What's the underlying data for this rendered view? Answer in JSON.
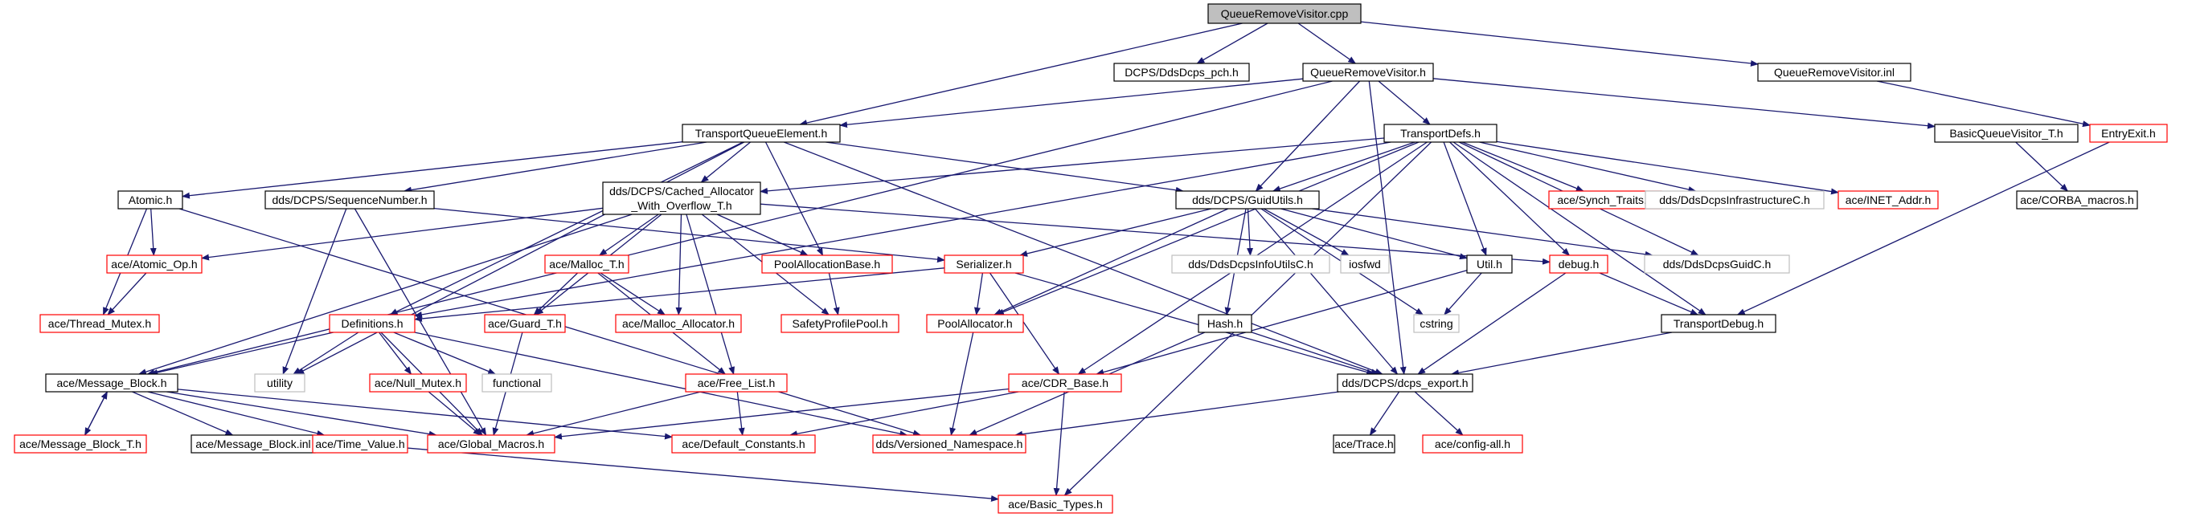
{
  "colors": {
    "root_fill": "#bfbfbf",
    "root_stroke": "#000000",
    "normal_stroke": "#000000",
    "incomplete_stroke": "#ff0000",
    "system_stroke": "#bfbfbf",
    "edge": "#191970"
  },
  "nodes": [
    {
      "id": "root",
      "label": "QueueRemoveVisitor.cpp",
      "kind": "root"
    },
    {
      "id": "pch",
      "label": "DCPS/DdsDcps_pch.h",
      "kind": "normal"
    },
    {
      "id": "qrvh",
      "label": "QueueRemoveVisitor.h",
      "kind": "normal"
    },
    {
      "id": "qrvinl",
      "label": "QueueRemoveVisitor.inl",
      "kind": "normal"
    },
    {
      "id": "tqe",
      "label": "TransportQueueElement.h",
      "kind": "normal"
    },
    {
      "id": "tdefs",
      "label": "TransportDefs.h",
      "kind": "normal"
    },
    {
      "id": "bqv",
      "label": "BasicQueueVisitor_T.h",
      "kind": "normal"
    },
    {
      "id": "entry",
      "label": "EntryExit.h",
      "kind": "incomplete"
    },
    {
      "id": "atomic",
      "label": "Atomic.h",
      "kind": "normal"
    },
    {
      "id": "seqnum",
      "label": "dds/DCPS/SequenceNumber.h",
      "kind": "normal"
    },
    {
      "id": "cachedA",
      "label": "dds/DCPS/Cached_Allocator",
      "label2": "_With_Overflow_T.h",
      "kind": "normal"
    },
    {
      "id": "guid",
      "label": "dds/DCPS/GuidUtils.h",
      "kind": "normal"
    },
    {
      "id": "synch",
      "label": "ace/Synch_Traits.h",
      "kind": "incomplete"
    },
    {
      "id": "infra",
      "label": "dds/DdsDcpsInfrastructureC.h",
      "kind": "system"
    },
    {
      "id": "inet",
      "label": "ace/INET_Addr.h",
      "kind": "incomplete"
    },
    {
      "id": "corba",
      "label": "ace/CORBA_macros.h",
      "kind": "normal"
    },
    {
      "id": "atomicop",
      "label": "ace/Atomic_Op.h",
      "kind": "incomplete"
    },
    {
      "id": "mallocT",
      "label": "ace/Malloc_T.h",
      "kind": "incomplete"
    },
    {
      "id": "poolalloc",
      "label": "PoolAllocationBase.h",
      "kind": "incomplete"
    },
    {
      "id": "serializer",
      "label": "Serializer.h",
      "kind": "incomplete"
    },
    {
      "id": "infoutils",
      "label": "dds/DdsDcpsInfoUtilsC.h",
      "kind": "system"
    },
    {
      "id": "iosfwd",
      "label": "iosfwd",
      "kind": "system"
    },
    {
      "id": "util",
      "label": "Util.h",
      "kind": "normal"
    },
    {
      "id": "debug",
      "label": "debug.h",
      "kind": "incomplete"
    },
    {
      "id": "guidC",
      "label": "dds/DdsDcpsGuidC.h",
      "kind": "system"
    },
    {
      "id": "threadmutex",
      "label": "ace/Thread_Mutex.h",
      "kind": "incomplete"
    },
    {
      "id": "defs",
      "label": "Definitions.h",
      "kind": "incomplete"
    },
    {
      "id": "guard",
      "label": "ace/Guard_T.h",
      "kind": "incomplete"
    },
    {
      "id": "mallocalloc",
      "label": "ace/Malloc_Allocator.h",
      "kind": "incomplete"
    },
    {
      "id": "safety",
      "label": "SafetyProfilePool.h",
      "kind": "incomplete"
    },
    {
      "id": "poolallocator",
      "label": "PoolAllocator.h",
      "kind": "incomplete"
    },
    {
      "id": "hash",
      "label": "Hash.h",
      "kind": "normal"
    },
    {
      "id": "cstring",
      "label": "cstring",
      "kind": "system"
    },
    {
      "id": "tdebug",
      "label": "TransportDebug.h",
      "kind": "normal"
    },
    {
      "id": "msgblock",
      "label": "ace/Message_Block.h",
      "kind": "normal"
    },
    {
      "id": "utility",
      "label": "utility",
      "kind": "system"
    },
    {
      "id": "nullmutex",
      "label": "ace/Null_Mutex.h",
      "kind": "incomplete"
    },
    {
      "id": "functional",
      "label": "functional",
      "kind": "system"
    },
    {
      "id": "freelist",
      "label": "ace/Free_List.h",
      "kind": "incomplete"
    },
    {
      "id": "cdrbase",
      "label": "ace/CDR_Base.h",
      "kind": "incomplete"
    },
    {
      "id": "export",
      "label": "dds/DCPS/dcps_export.h",
      "kind": "normal"
    },
    {
      "id": "msgblockT",
      "label": "ace/Message_Block_T.h",
      "kind": "incomplete"
    },
    {
      "id": "msgblockinl",
      "label": "ace/Message_Block.inl",
      "kind": "normal"
    },
    {
      "id": "timevalue",
      "label": "ace/Time_Value.h",
      "kind": "incomplete"
    },
    {
      "id": "globalmacros",
      "label": "ace/Global_Macros.h",
      "kind": "incomplete"
    },
    {
      "id": "defconst",
      "label": "ace/Default_Constants.h",
      "kind": "incomplete"
    },
    {
      "id": "versioned",
      "label": "dds/Versioned_Namespace.h",
      "kind": "incomplete"
    },
    {
      "id": "trace",
      "label": "ace/Trace.h",
      "kind": "normal"
    },
    {
      "id": "config",
      "label": "ace/config-all.h",
      "kind": "incomplete"
    },
    {
      "id": "basictypes",
      "label": "ace/Basic_Types.h",
      "kind": "incomplete"
    }
  ],
  "edges": [
    [
      "root",
      "pch"
    ],
    [
      "root",
      "qrvh"
    ],
    [
      "root",
      "qrvinl"
    ],
    [
      "root",
      "tqe"
    ],
    [
      "qrvh",
      "tqe"
    ],
    [
      "qrvh",
      "tdefs"
    ],
    [
      "qrvh",
      "bqv"
    ],
    [
      "qrvh",
      "msgblock"
    ],
    [
      "qrvh",
      "guid"
    ],
    [
      "qrvh",
      "export"
    ],
    [
      "qrvinl",
      "entry"
    ],
    [
      "tqe",
      "atomic"
    ],
    [
      "tqe",
      "seqnum"
    ],
    [
      "tqe",
      "cachedA"
    ],
    [
      "tqe",
      "guid"
    ],
    [
      "tqe",
      "poolalloc"
    ],
    [
      "tqe",
      "defs"
    ],
    [
      "tqe",
      "utility"
    ],
    [
      "tqe",
      "export"
    ],
    [
      "tdefs",
      "cachedA"
    ],
    [
      "tdefs",
      "guid"
    ],
    [
      "tdefs",
      "synch"
    ],
    [
      "tdefs",
      "infra"
    ],
    [
      "tdefs",
      "inet"
    ],
    [
      "tdefs",
      "util"
    ],
    [
      "tdefs",
      "debug"
    ],
    [
      "tdefs",
      "guidC"
    ],
    [
      "tdefs",
      "tdebug"
    ],
    [
      "tdefs",
      "defs"
    ],
    [
      "tdefs",
      "poolallocator"
    ],
    [
      "tdefs",
      "cdrbase"
    ],
    [
      "tdefs",
      "basictypes"
    ],
    [
      "bqv",
      "corba"
    ],
    [
      "entry",
      "tdebug"
    ],
    [
      "atomic",
      "atomicop"
    ],
    [
      "atomic",
      "threadmutex"
    ],
    [
      "atomic",
      "versioned"
    ],
    [
      "atomicop",
      "threadmutex"
    ],
    [
      "seqnum",
      "serializer"
    ],
    [
      "seqnum",
      "utility"
    ],
    [
      "seqnum",
      "globalmacros"
    ],
    [
      "cachedA",
      "atomicop"
    ],
    [
      "cachedA",
      "mallocT"
    ],
    [
      "cachedA",
      "poolalloc"
    ],
    [
      "cachedA",
      "guard"
    ],
    [
      "cachedA",
      "mallocalloc"
    ],
    [
      "cachedA",
      "safety"
    ],
    [
      "cachedA",
      "freelist"
    ],
    [
      "cachedA",
      "msgblock"
    ],
    [
      "cachedA",
      "debug"
    ],
    [
      "guid",
      "serializer"
    ],
    [
      "guid",
      "infoutils"
    ],
    [
      "guid",
      "iosfwd"
    ],
    [
      "guid",
      "util"
    ],
    [
      "guid",
      "cstring"
    ],
    [
      "guid",
      "guidC"
    ],
    [
      "guid",
      "hash"
    ],
    [
      "guid",
      "poolallocator"
    ],
    [
      "guid",
      "export"
    ],
    [
      "mallocT",
      "guard"
    ],
    [
      "mallocT",
      "mallocalloc"
    ],
    [
      "mallocT",
      "freelist"
    ],
    [
      "poolalloc",
      "safety"
    ],
    [
      "serializer",
      "defs"
    ],
    [
      "serializer",
      "poolallocator"
    ],
    [
      "serializer",
      "cdrbase"
    ],
    [
      "serializer",
      "export"
    ],
    [
      "util",
      "cstring"
    ],
    [
      "util",
      "cdrbase"
    ],
    [
      "debug",
      "tdebug"
    ],
    [
      "debug",
      "export"
    ],
    [
      "tdebug",
      "export"
    ],
    [
      "defs",
      "msgblock"
    ],
    [
      "defs",
      "utility"
    ],
    [
      "defs",
      "nullmutex"
    ],
    [
      "defs",
      "functional"
    ],
    [
      "defs",
      "globalmacros"
    ],
    [
      "defs",
      "versioned"
    ],
    [
      "guard",
      "globalmacros"
    ],
    [
      "poolallocator",
      "versioned"
    ],
    [
      "hash",
      "export"
    ],
    [
      "hash",
      "versioned"
    ],
    [
      "msgblock",
      "msgblockT"
    ],
    [
      "msgblockT",
      "msgblock"
    ],
    [
      "msgblock",
      "msgblockinl"
    ],
    [
      "msgblock",
      "timevalue"
    ],
    [
      "msgblock",
      "globalmacros"
    ],
    [
      "msgblock",
      "defconst"
    ],
    [
      "nullmutex",
      "globalmacros"
    ],
    [
      "freelist",
      "globalmacros"
    ],
    [
      "freelist",
      "defconst"
    ],
    [
      "cdrbase",
      "globalmacros"
    ],
    [
      "cdrbase",
      "defconst"
    ],
    [
      "cdrbase",
      "basictypes"
    ],
    [
      "export",
      "trace"
    ],
    [
      "export",
      "config"
    ],
    [
      "export",
      "versioned"
    ],
    [
      "timevalue",
      "basictypes"
    ]
  ]
}
